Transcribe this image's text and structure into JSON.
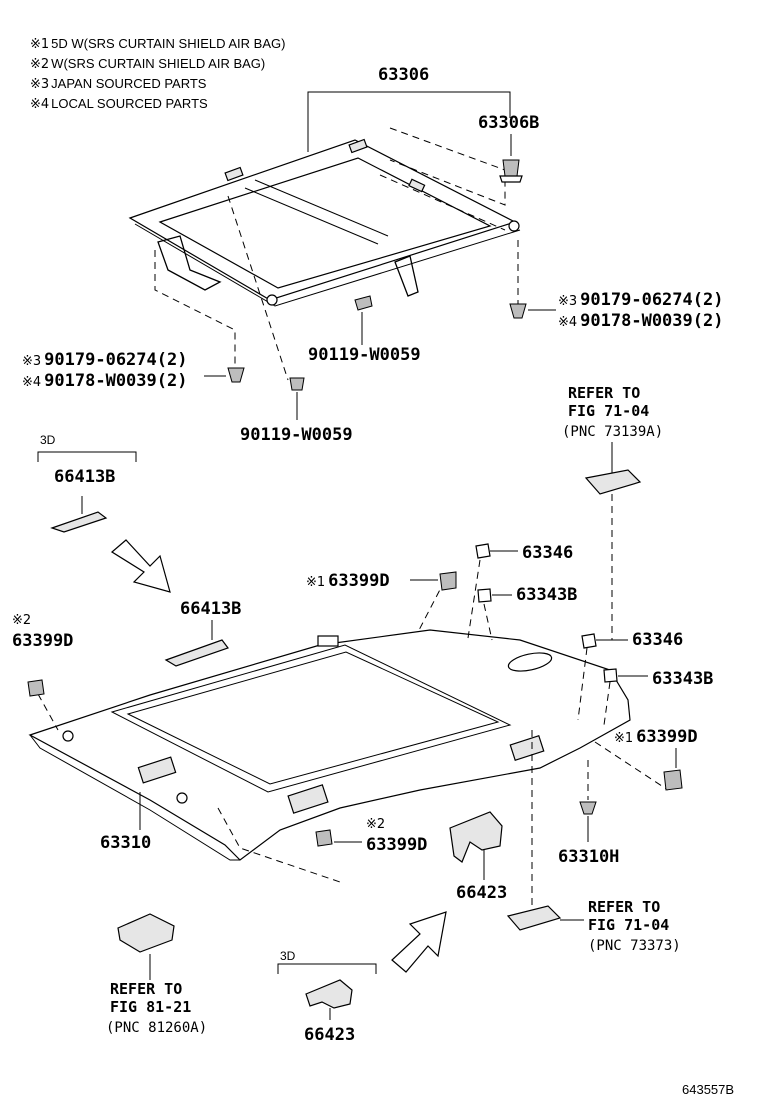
{
  "notes": [
    {
      "mark": "※1",
      "text": "5D  W(SRS CURTAIN SHIELD AIR BAG)"
    },
    {
      "mark": "※2",
      "text": "W(SRS CURTAIN SHIELD AIR BAG)"
    },
    {
      "mark": "※3",
      "text": "JAPAN SOURCED PARTS"
    },
    {
      "mark": "※4",
      "text": "LOCAL SOURCED PARTS"
    }
  ],
  "parts": {
    "p63306": "63306",
    "p63306B": "63306B",
    "clip_right_3": {
      "mark": "※3",
      "pn": "90179-06274(2)"
    },
    "clip_right_4": {
      "mark": "※4",
      "pn": "90178-W0039(2)"
    },
    "clip_left_3": {
      "mark": "※3",
      "pn": "90179-06274(2)"
    },
    "clip_left_4": {
      "mark": "※4",
      "pn": "90178-W0039(2)"
    },
    "screw_a": "90119-W0059",
    "screw_b": "90119-W0059",
    "label_3d_a": "3D",
    "p66413B_a": "66413B",
    "p66413B_b": "66413B",
    "p63399D_left": {
      "mark": "※2",
      "pn": "63399D"
    },
    "p63399D_top": {
      "mark": "※1",
      "pn": "63399D"
    },
    "p63399D_right": {
      "mark": "※1",
      "pn": "63399D"
    },
    "p63399D_bottom": {
      "mark": "※2",
      "pn": "63399D"
    },
    "p63346_a": "63346",
    "p63343B_a": "63343B",
    "p63346_b": "63346",
    "p63343B_b": "63343B",
    "p63310": "63310",
    "p63310H": "63310H",
    "p66423_a": "66423",
    "label_3d_b": "3D",
    "p66423_b": "66423"
  },
  "refs": {
    "ref_top": {
      "l1": "REFER TO",
      "l2": "FIG 71-04",
      "l3": "(PNC 73139A)"
    },
    "ref_bottom_right": {
      "l1": "REFER TO",
      "l2": "FIG 71-04",
      "l3": "(PNC 73373)"
    },
    "ref_bottom_left": {
      "l1": "REFER TO",
      "l2": "FIG 81-21",
      "l3": "(PNC 81260A)"
    }
  },
  "figure_code": "643557B"
}
